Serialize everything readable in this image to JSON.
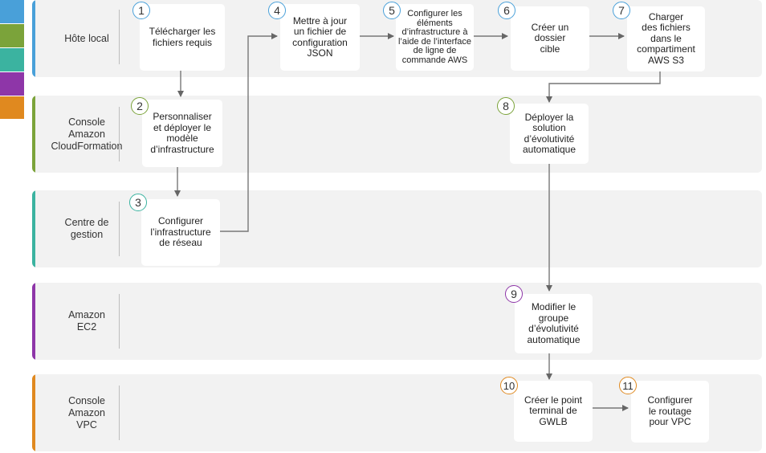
{
  "colors": {
    "blue": "#49a0d9",
    "green": "#7ba33a",
    "teal": "#3bb3a0",
    "purple": "#8e36a8",
    "orange": "#e0891f",
    "lane_bg": "#f2f2f2",
    "arrow": "#666666"
  },
  "lanes": [
    {
      "label": "Hôte local",
      "color": "#49a0d9"
    },
    {
      "label": "Console\nAmazon\nCloudFormation",
      "color": "#7ba33a"
    },
    {
      "label": "Centre de\ngestion",
      "color": "#3bb3a0"
    },
    {
      "label": "Amazon\nEC2",
      "color": "#8e36a8"
    },
    {
      "label": "Console\nAmazon\nVPC",
      "color": "#e0891f"
    }
  ],
  "steps": [
    {
      "num": "1",
      "text": "Télécharger les\nfichiers requis"
    },
    {
      "num": "2",
      "text": "Personnaliser\net déployer le\nmodèle\nd’infrastructure"
    },
    {
      "num": "3",
      "text": "Configurer\nl’infrastructure\nde réseau"
    },
    {
      "num": "4",
      "text": "Mettre à jour\nun fichier de\nconfiguration\nJSON"
    },
    {
      "num": "5",
      "text": "Configurer les\néléments\nd’infrastructure à\nl’aide de l’interface\nde ligne de\ncommande AWS"
    },
    {
      "num": "6",
      "text": "Créer un\ndossier\ncible"
    },
    {
      "num": "7",
      "text": "Charger\ndes fichiers\ndans le\ncompartiment\nAWS S3"
    },
    {
      "num": "8",
      "text": "Déployer la\nsolution\nd’évolutivité\nautomatique"
    },
    {
      "num": "9",
      "text": "Modifier le\ngroupe\nd’évolutivité\nautomatique"
    },
    {
      "num": "10",
      "text": "Créer le point\nterminal de\nGWLB"
    },
    {
      "num": "11",
      "text": "Configurer\nle routage\npour VPC"
    }
  ]
}
